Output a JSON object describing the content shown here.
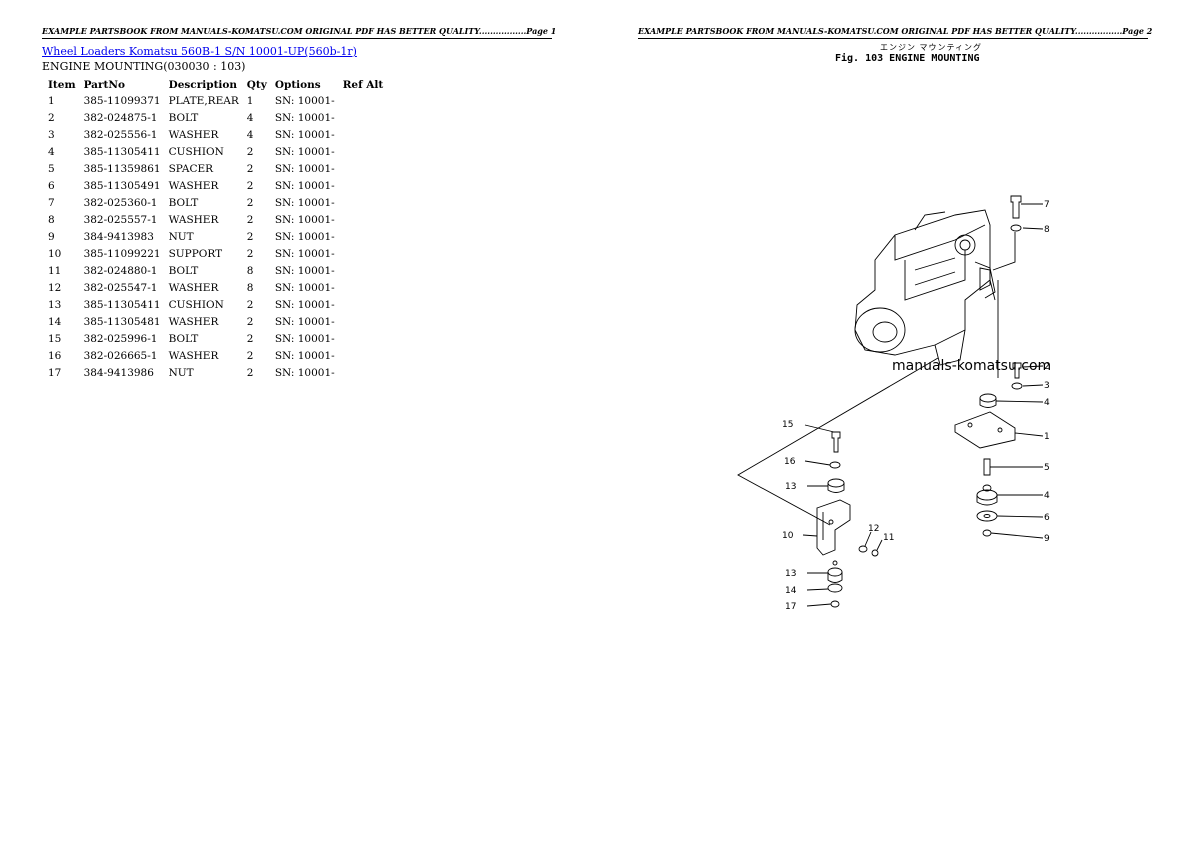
{
  "header": {
    "left_text": "EXAMPLE PARTSBOOK FROM MANUALS-KOMATSU.COM ORIGINAL PDF HAS BETTER QUALITY.................Page 1",
    "right_text": "EXAMPLE PARTSBOOK FROM MANUALS-KOMATSU.COM ORIGINAL PDF HAS BETTER QUALITY.................Page 2"
  },
  "doc": {
    "title_link": "Wheel Loaders Komatsu  560B-1  S/N  10001-UP(560b-1r)",
    "section": "ENGINE MOUNTING(030030 : 103)"
  },
  "table": {
    "headers": [
      "Item",
      "PartNo",
      "Description",
      "Qty",
      "Options",
      "Ref Alt"
    ],
    "rows": [
      [
        "1",
        "385-11099371",
        "PLATE,REAR",
        "1",
        "SN: 10001-",
        ""
      ],
      [
        "2",
        "382-024875-1",
        "BOLT",
        "4",
        "SN: 10001-",
        ""
      ],
      [
        "3",
        "382-025556-1",
        "WASHER",
        "4",
        "SN: 10001-",
        ""
      ],
      [
        "4",
        "385-11305411",
        "CUSHION",
        "2",
        "SN: 10001-",
        ""
      ],
      [
        "5",
        "385-11359861",
        "SPACER",
        "2",
        "SN: 10001-",
        ""
      ],
      [
        "6",
        "385-11305491",
        "WASHER",
        "2",
        "SN: 10001-",
        ""
      ],
      [
        "7",
        "382-025360-1",
        "BOLT",
        "2",
        "SN: 10001-",
        ""
      ],
      [
        "8",
        "382-025557-1",
        "WASHER",
        "2",
        "SN: 10001-",
        ""
      ],
      [
        "9",
        "384-9413983",
        "NUT",
        "2",
        "SN: 10001-",
        ""
      ],
      [
        "10",
        "385-11099221",
        "SUPPORT",
        "2",
        "SN: 10001-",
        ""
      ],
      [
        "11",
        "382-024880-1",
        "BOLT",
        "8",
        "SN: 10001-",
        ""
      ],
      [
        "12",
        "382-025547-1",
        "WASHER",
        "8",
        "SN: 10001-",
        ""
      ],
      [
        "13",
        "385-11305411",
        "CUSHION",
        "2",
        "SN: 10001-",
        ""
      ],
      [
        "14",
        "385-11305481",
        "WASHER",
        "2",
        "SN: 10001-",
        ""
      ],
      [
        "15",
        "382-025996-1",
        "BOLT",
        "2",
        "SN: 10001-",
        ""
      ],
      [
        "16",
        "382-026665-1",
        "WASHER",
        "2",
        "SN: 10001-",
        ""
      ],
      [
        "17",
        "384-9413986",
        "NUT",
        "2",
        "SN: 10001-",
        ""
      ]
    ]
  },
  "figure": {
    "jp_caption": "エンジン マウンティング",
    "title": "Fig. 103  ENGINE  MOUNTING",
    "watermark": "manuals-komatsu.com",
    "callouts": [
      "7",
      "8",
      "2",
      "3",
      "4",
      "1",
      "5",
      "4",
      "6",
      "9",
      "15",
      "16",
      "13",
      "12",
      "11",
      "10",
      "13",
      "14",
      "17"
    ]
  }
}
